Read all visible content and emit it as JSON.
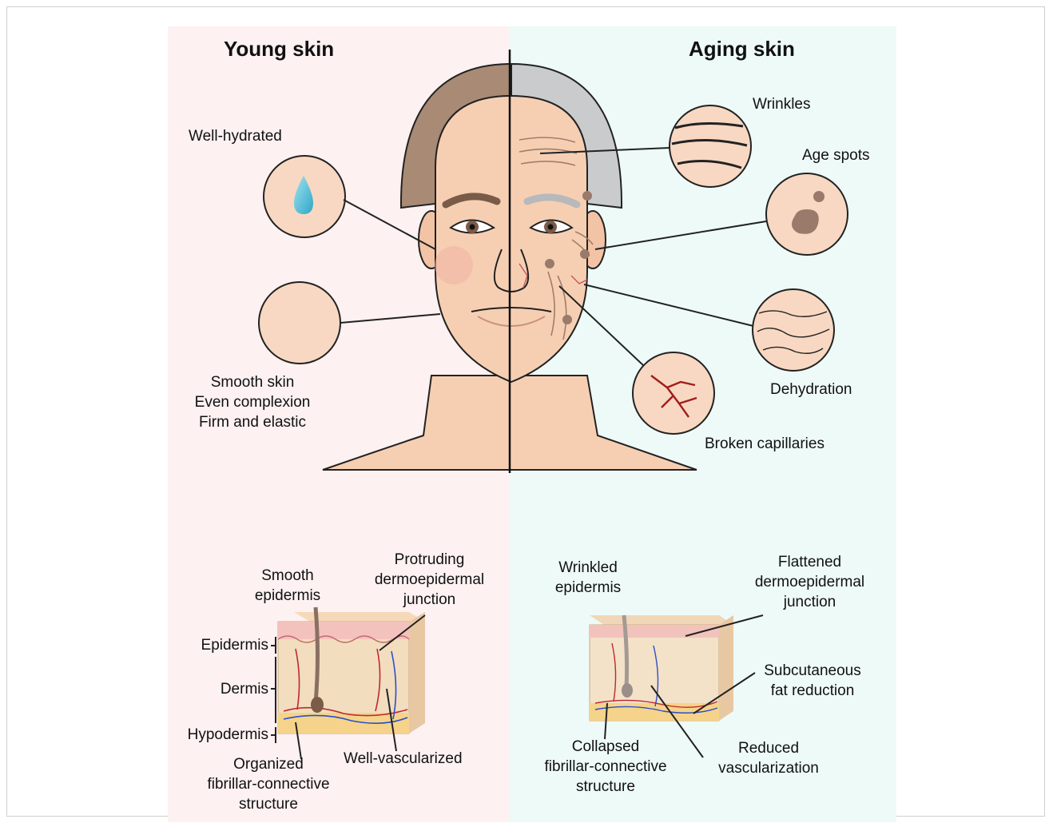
{
  "headings": {
    "young": "Young skin",
    "aging": "Aging skin"
  },
  "young_face": {
    "well_hydrated": "Well-hydrated",
    "traits": [
      "Smooth skin",
      "Even complexion",
      "Firm and elastic"
    ]
  },
  "aging_face": {
    "wrinkles": "Wrinkles",
    "age_spots": "Age spots",
    "dehydration": "Dehydration",
    "broken_capillaries": "Broken capillaries"
  },
  "young_section": {
    "smooth_epidermis": [
      "Smooth",
      "epidermis"
    ],
    "protruding_junction": [
      "Protruding",
      "dermoepidermal",
      "junction"
    ],
    "epidermis": "Epidermis",
    "dermis": "Dermis",
    "hypodermis": "Hypodermis",
    "organized_structure": [
      "Organized",
      "fibrillar-connective",
      "structure"
    ],
    "well_vascularized": "Well-vascularized"
  },
  "aging_section": {
    "wrinkled_epidermis": [
      "Wrinkled",
      "epidermis"
    ],
    "flattened_junction": [
      "Flattened",
      "dermoepidermal",
      "junction"
    ],
    "subcutaneous_fat": [
      "Subcutaneous",
      "fat reduction"
    ],
    "collapsed_structure": [
      "Collapsed",
      "fibrillar-connective",
      "structure"
    ],
    "reduced_vascularization": [
      "Reduced",
      "vascularization"
    ]
  },
  "colors": {
    "young_bg": "#fdf1f1",
    "aging_bg": "#eefaf8",
    "skin": "#f6cfb3",
    "hair_young": "#a88a75",
    "hair_aging": "#c9cbcd",
    "age_spot": "#9a7a6a",
    "capillary": "#a31c1c",
    "water_drop": "#5cc3dc"
  }
}
